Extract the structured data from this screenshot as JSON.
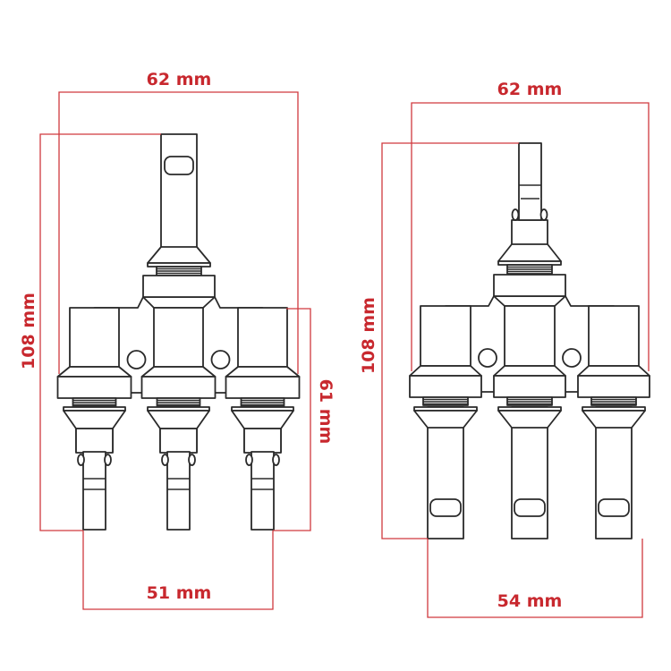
{
  "colors": {
    "dimension": "#c8282e",
    "outline": "#2a2a2a",
    "background": "#ffffff"
  },
  "left_drawing": {
    "width_label": "62 mm",
    "height_label": "108 mm",
    "body_height_label": "61 mm",
    "pitch_label": "51 mm"
  },
  "right_drawing": {
    "width_label": "62 mm",
    "height_label": "108 mm",
    "pitch_label": "54 mm"
  }
}
